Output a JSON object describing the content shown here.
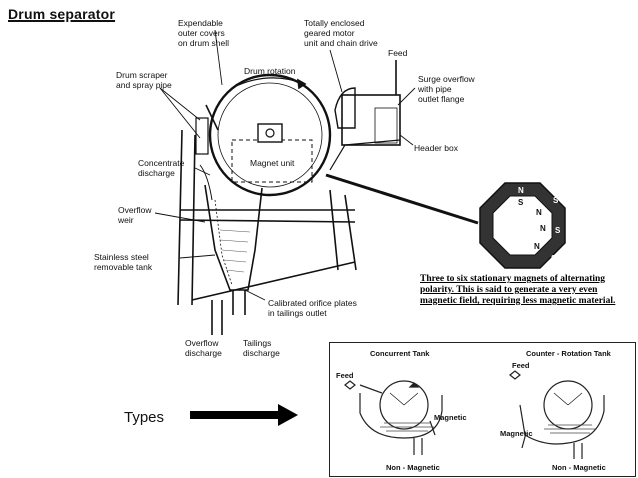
{
  "title": "Drum separator",
  "labels": {
    "expendable": "Expendable\nouter covers\non drum shell",
    "motor": "Totally enclosed\ngeared motor\nunit and chain drive",
    "feed": "Feed",
    "scraper": "Drum scraper\nand spray pipe",
    "rotation": "Drum rotation",
    "surge": "Surge overflow\nwith pipe\noutlet flange",
    "magnet_unit": "Magnet unit",
    "header_box": "Header box",
    "concentrate": "Concentrate\ndischarge",
    "overflow_weir": "Overflow\nweir",
    "tank": "Stainless steel\nremovable tank",
    "orifice": "Calibrated orifice plates\nin tailings outlet",
    "overflow_discharge": "Overflow\ndischarge",
    "tailings": "Tailings\ndischarge"
  },
  "note": "Three to six stationary magnets of alternating\npolarity. This is said to generate a very even\nmagnetic field, requiring less magnetic material.",
  "types_label": "Types",
  "magnet_poles": [
    "N",
    "S",
    "N",
    "S",
    "N",
    "S",
    "N",
    "S"
  ],
  "inset": {
    "concurrent": {
      "title": "Concurrent Tank",
      "feed": "Feed",
      "magnetic": "Magnetic",
      "non_magnetic": "Non - Magnetic"
    },
    "counter": {
      "title": "Counter - Rotation Tank",
      "feed": "Feed",
      "magnetic": "Magnetic",
      "non_magnetic": "Non - Magnetic"
    }
  }
}
